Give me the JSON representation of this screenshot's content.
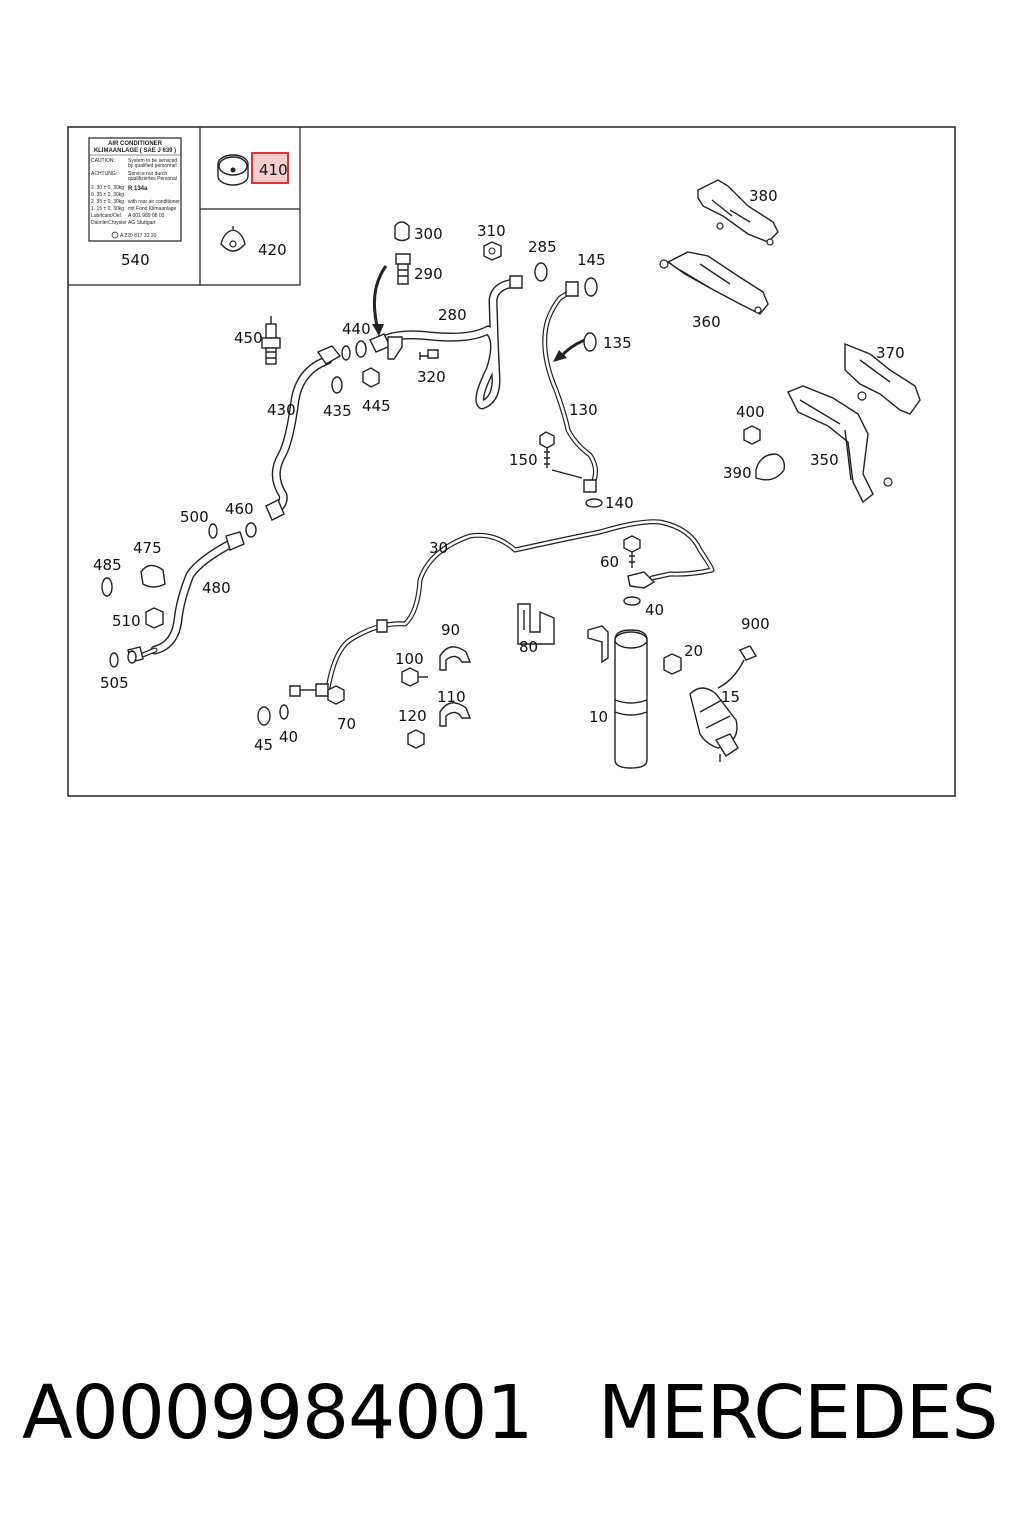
{
  "footer": {
    "part_number": "A0009984001",
    "brand": "MERCEDES"
  },
  "label_card": {
    "title_line1": "AIR CONDITIONER",
    "title_line2": "KLIMAANLAGE ( SAE J 639 )",
    "caution_key": "CAUTION:",
    "caution_text1": "System to be serviced",
    "caution_text2": "by qualified personnel",
    "achtung_key": "ACHTUNG:",
    "achtung_text1": "Service nur durch",
    "achtung_text2": "qualifiziertes Personal",
    "refrigerant": "R 134a",
    "charge_line1": "2. 30 ± 0, 30kg",
    "charge_line2": "0. 35 ± 0, 30kg",
    "charge_line3": "2. 35 ± 0, 30kg",
    "charge_line4": "1. 15 ± 0, 30kg",
    "oil_note1": "with rear air conditioner",
    "oil_note2": "mit Fond Klimaanlage",
    "lub_key": "Lubricant/Oel:",
    "lub_value": "A 001 989 08 03",
    "maker": "DaimlerChrysler AG Stuttgart",
    "code": "A  220 817 32 20"
  },
  "highlight": {
    "label": "410",
    "color": "#e83030",
    "fill": "#f6c9c9"
  },
  "callouts": [
    {
      "id": "c540",
      "text": "540"
    },
    {
      "id": "c410",
      "text": "410"
    },
    {
      "id": "c420",
      "text": "420"
    },
    {
      "id": "c300",
      "text": "300"
    },
    {
      "id": "c290",
      "text": "290"
    },
    {
      "id": "c310",
      "text": "310"
    },
    {
      "id": "c285",
      "text": "285"
    },
    {
      "id": "c145",
      "text": "145"
    },
    {
      "id": "c380",
      "text": "380"
    },
    {
      "id": "c360",
      "text": "360"
    },
    {
      "id": "c280",
      "text": "280"
    },
    {
      "id": "c440",
      "text": "440"
    },
    {
      "id": "c450",
      "text": "450"
    },
    {
      "id": "c320",
      "text": "320"
    },
    {
      "id": "c135",
      "text": "135"
    },
    {
      "id": "c370",
      "text": "370"
    },
    {
      "id": "c430",
      "text": "430"
    },
    {
      "id": "c435",
      "text": "435"
    },
    {
      "id": "c445",
      "text": "445"
    },
    {
      "id": "c130",
      "text": "130"
    },
    {
      "id": "c400",
      "text": "400"
    },
    {
      "id": "c150",
      "text": "150"
    },
    {
      "id": "c390",
      "text": "390"
    },
    {
      "id": "c350",
      "text": "350"
    },
    {
      "id": "c140",
      "text": "140"
    },
    {
      "id": "c500",
      "text": "500"
    },
    {
      "id": "c460",
      "text": "460"
    },
    {
      "id": "c30",
      "text": "30"
    },
    {
      "id": "c475",
      "text": "475"
    },
    {
      "id": "c485",
      "text": "485"
    },
    {
      "id": "c60",
      "text": "60"
    },
    {
      "id": "c480",
      "text": "480"
    },
    {
      "id": "c40a",
      "text": "40"
    },
    {
      "id": "c510",
      "text": "510"
    },
    {
      "id": "c90",
      "text": "90"
    },
    {
      "id": "c80",
      "text": "80"
    },
    {
      "id": "c900",
      "text": "900"
    },
    {
      "id": "c20",
      "text": "20"
    },
    {
      "id": "c505",
      "text": "505"
    },
    {
      "id": "c100",
      "text": "100"
    },
    {
      "id": "c15",
      "text": "15"
    },
    {
      "id": "c110",
      "text": "110"
    },
    {
      "id": "c70",
      "text": "70"
    },
    {
      "id": "c10",
      "text": "10"
    },
    {
      "id": "c120",
      "text": "120"
    },
    {
      "id": "c45",
      "text": "45"
    },
    {
      "id": "c40b",
      "text": "40"
    }
  ]
}
